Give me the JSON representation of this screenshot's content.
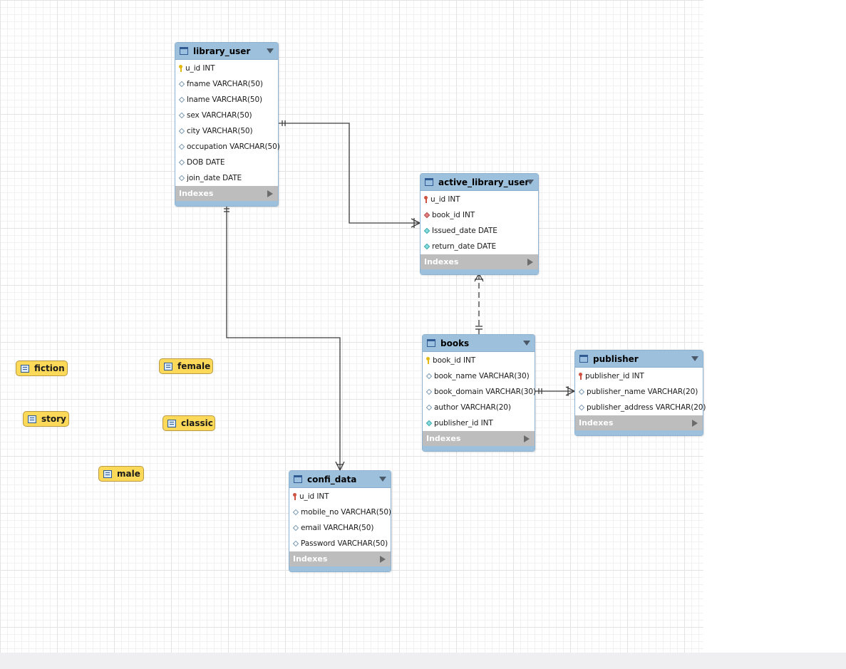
{
  "tables": [
    {
      "id": "library_user",
      "name": "library_user",
      "columns": [
        {
          "text": "u_id INT",
          "icon": "primary-key-icon",
          "kind": "pk"
        },
        {
          "text": "fname VARCHAR(50)",
          "icon": "column-diamond-icon",
          "kind": "col"
        },
        {
          "text": "lname VARCHAR(50)",
          "icon": "column-diamond-icon",
          "kind": "col"
        },
        {
          "text": "sex VARCHAR(50)",
          "icon": "column-diamond-icon",
          "kind": "col"
        },
        {
          "text": "city VARCHAR(50)",
          "icon": "column-diamond-icon",
          "kind": "col"
        },
        {
          "text": "occupation VARCHAR(50)",
          "icon": "column-diamond-icon",
          "kind": "col"
        },
        {
          "text": "DOB DATE",
          "icon": "column-diamond-icon",
          "kind": "col"
        },
        {
          "text": "join_date DATE",
          "icon": "column-diamond-icon",
          "kind": "col"
        }
      ],
      "indexes_label": "Indexes"
    },
    {
      "id": "active_library_user",
      "name": "active_library_user",
      "columns": [
        {
          "text": "u_id INT",
          "icon": "primary-foreign-key-icon",
          "kind": "pfk"
        },
        {
          "text": "book_id INT",
          "icon": "foreign-key-diamond-red-icon",
          "kind": "fkkey"
        },
        {
          "text": "Issued_date DATE",
          "icon": "foreign-key-diamond-icon",
          "kind": "fk"
        },
        {
          "text": "return_date DATE",
          "icon": "foreign-key-diamond-icon",
          "kind": "fk"
        }
      ],
      "indexes_label": "Indexes"
    },
    {
      "id": "books",
      "name": "books",
      "columns": [
        {
          "text": "book_id INT",
          "icon": "primary-key-icon",
          "kind": "pk"
        },
        {
          "text": "book_name VARCHAR(30)",
          "icon": "column-diamond-icon",
          "kind": "col"
        },
        {
          "text": "book_domain VARCHAR(30)",
          "icon": "column-diamond-icon",
          "kind": "col"
        },
        {
          "text": "author VARCHAR(20)",
          "icon": "column-diamond-icon",
          "kind": "col"
        },
        {
          "text": "publisher_id INT",
          "icon": "foreign-key-diamond-icon",
          "kind": "fk"
        }
      ],
      "indexes_label": "Indexes"
    },
    {
      "id": "publisher",
      "name": "publisher",
      "columns": [
        {
          "text": "publisher_id INT",
          "icon": "primary-foreign-key-icon",
          "kind": "pfk"
        },
        {
          "text": "publisher_name VARCHAR(20)",
          "icon": "column-diamond-icon",
          "kind": "col"
        },
        {
          "text": "publisher_address VARCHAR(20)",
          "icon": "column-diamond-icon",
          "kind": "col"
        }
      ],
      "indexes_label": "Indexes"
    },
    {
      "id": "confi_data",
      "name": "confi_data",
      "columns": [
        {
          "text": "u_id INT",
          "icon": "primary-foreign-key-icon",
          "kind": "pfk"
        },
        {
          "text": "mobile_no VARCHAR(50)",
          "icon": "column-diamond-icon",
          "kind": "col"
        },
        {
          "text": "email VARCHAR(50)",
          "icon": "column-diamond-icon",
          "kind": "col"
        },
        {
          "text": "Password VARCHAR(50)",
          "icon": "column-diamond-icon",
          "kind": "col"
        }
      ],
      "indexes_label": "Indexes"
    }
  ],
  "views": [
    {
      "id": "fiction",
      "name": "fiction"
    },
    {
      "id": "female",
      "name": "female"
    },
    {
      "id": "story",
      "name": "story"
    },
    {
      "id": "classic",
      "name": "classic"
    },
    {
      "id": "male",
      "name": "male"
    }
  ],
  "relationships": [
    {
      "from": "library_user",
      "to": "active_library_user",
      "from_end": "one-mandatory",
      "to_end": "many",
      "style": "solid"
    },
    {
      "from": "library_user",
      "to": "confi_data",
      "from_end": "one-mandatory",
      "to_end": "one",
      "style": "solid"
    },
    {
      "from": "books",
      "to": "active_library_user",
      "from_end": "one-mandatory",
      "to_end": "many",
      "style": "dashed"
    },
    {
      "from": "books",
      "to": "publisher",
      "from_end": "one-mandatory",
      "to_end": "many",
      "style": "solid"
    }
  ],
  "colors": {
    "table_header": "#9dc0dd",
    "indexes_bar": "#bdbdbd",
    "view_fill": "#fdd959",
    "connector": "#3c3c3c"
  }
}
